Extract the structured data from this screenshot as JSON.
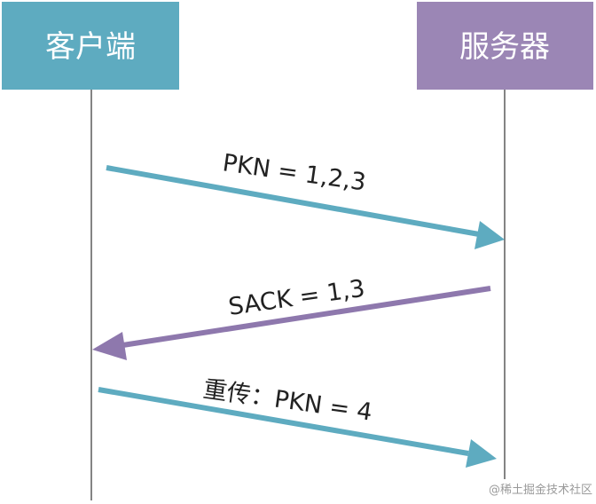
{
  "participants": {
    "client": {
      "label": "客户端",
      "color": "#5eabc0"
    },
    "server": {
      "label": "服务器",
      "color": "#9b86b5"
    }
  },
  "messages": [
    {
      "label": "PKN = 1,2,3",
      "direction": "client-to-server",
      "color": "#5eabc0"
    },
    {
      "label": "SACK = 1,3",
      "direction": "server-to-client",
      "color": "#8e78ad"
    },
    {
      "label": "重传：PKN = 4",
      "direction": "client-to-server",
      "color": "#5eabc0"
    }
  ],
  "lifeline_color": "#333333",
  "watermark": "@稀土掘金技术社区"
}
